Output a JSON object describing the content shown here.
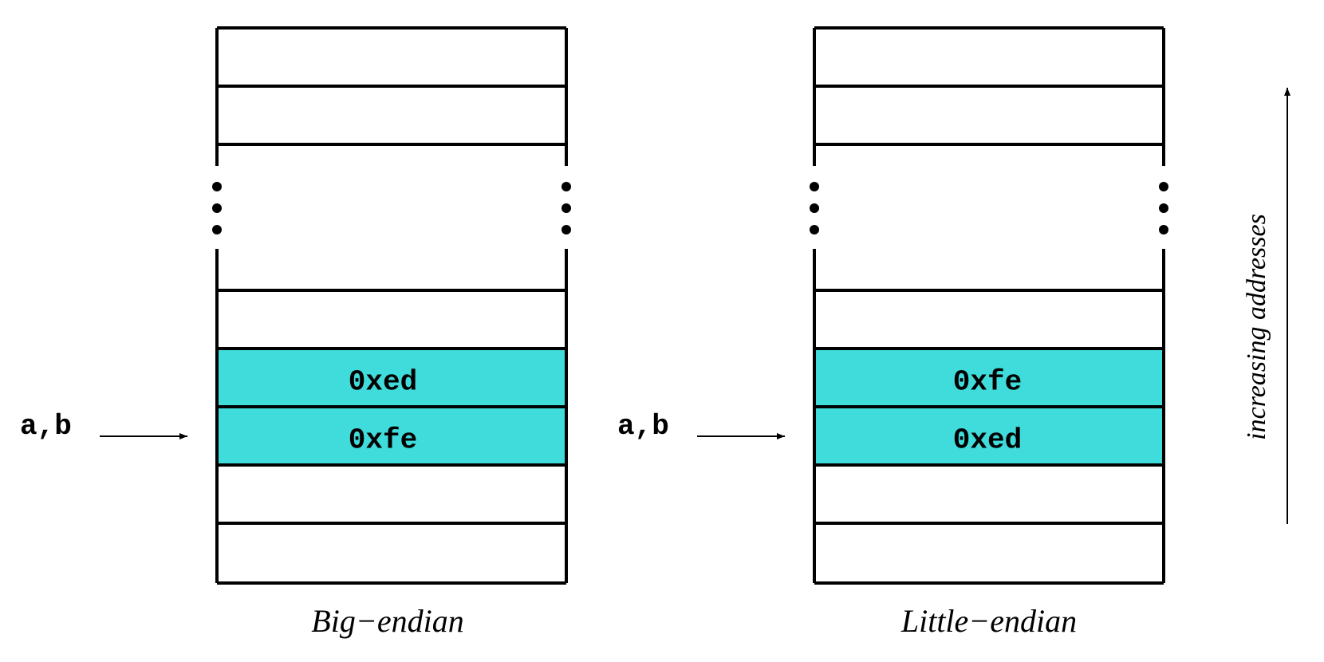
{
  "colors": {
    "highlight": "#40dbdb",
    "line": "#000000",
    "background": "#ffffff"
  },
  "big_endian": {
    "caption": "Big−endian",
    "pointer_label": "a,b",
    "upper_cell": "0xed",
    "lower_cell": "0xfe"
  },
  "little_endian": {
    "caption": "Little−endian",
    "pointer_label": "a,b",
    "upper_cell": "0xfe",
    "lower_cell": "0xed"
  },
  "axis": {
    "label": "increasing addresses"
  }
}
